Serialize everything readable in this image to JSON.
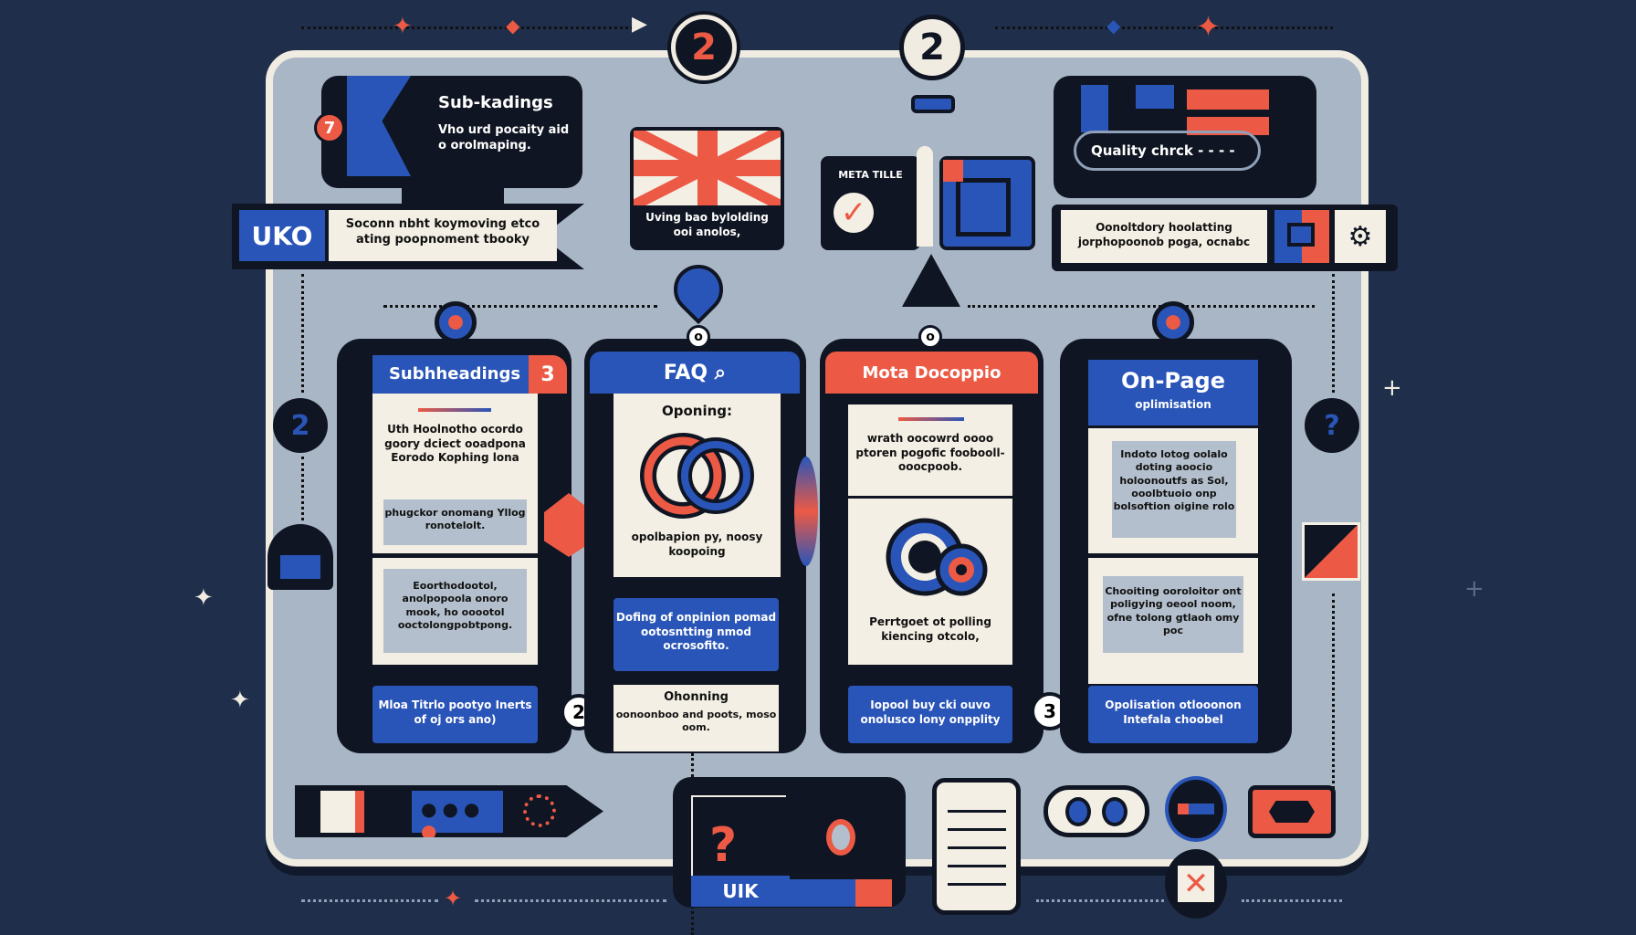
{
  "colors": {
    "navy": "#1f2e4a",
    "blue": "#2a55b8",
    "red": "#ec5a45",
    "cream": "#f4efe4",
    "panel": "#a9b6c6",
    "black": "#0f1522"
  },
  "top_badges": [
    "2",
    "2"
  ],
  "top_left_monitor": {
    "badge": "7",
    "title": "Sub-kadings",
    "body": "Vho urd pocaity aid o orolmaping."
  },
  "uko_banner": {
    "label": "UKO",
    "text": "Soconn nbht koymoving etco ating poopnoment tbooky"
  },
  "flag_card": {
    "caption": "Uving bao bylolding ooi anolos,"
  },
  "meta_title_card": {
    "label": "META TILLE"
  },
  "top_right_monitor": {
    "search": "Quality chrck - - - -"
  },
  "right_banner": {
    "text": "Oonoltdory hoolatting jorphopoonob poga, ocnabc"
  },
  "columns": [
    {
      "header": "Subhheadings",
      "badge": "3",
      "card1": "Uth Hoolnotho ocordo goory dciect ooadpona Eorodo Kophing lona",
      "card1_box": "phugckor onomang Yllog ronotelolt.",
      "card2": "Eoorthodootol, anolpopoola onoro mook, ho ooootol ooctolongpobtpong.",
      "footer": "Mloa Titrlo pootyo Inerts of oj ors ano)"
    },
    {
      "header": "FAQ",
      "card1_title": "Oponing:",
      "card1": "opolbapion py, noosy koopoing",
      "box": "Dofing of onpinion pomad ootosntting nmod ocrosofito.",
      "card2_title": "Ohonning",
      "card2": "oonoonboo and poots, moso oom."
    },
    {
      "header": "Mota Docoppio",
      "card1": "wrath oocowrd oooo ptoren pogofic foobooll-ooocpoob.",
      "card2": "Perrtgoet ot polling kiencing otcolo,",
      "footer": "Iopool buy cki ouvo onolusco lony onpplity"
    },
    {
      "header": "On-Page",
      "subheader": "oplimisation",
      "card1": "Indoto lotog oolalo doting aoocio holoonoutfs as Sol, ooolbtuoio onp bolsoftion oigine rolo",
      "card2": "Chooiting ooroloitor ont poligying oeool noom, ofne tolong gtlaoh omy poc",
      "footer": "Opolisation otlooonon Intefala choobel"
    }
  ],
  "side_badges": {
    "left": "2",
    "mid_left": "2",
    "mid_right": "3",
    "right": "?"
  },
  "bottom": {
    "monitor_label": "UIK",
    "monitor_icon": "?"
  }
}
